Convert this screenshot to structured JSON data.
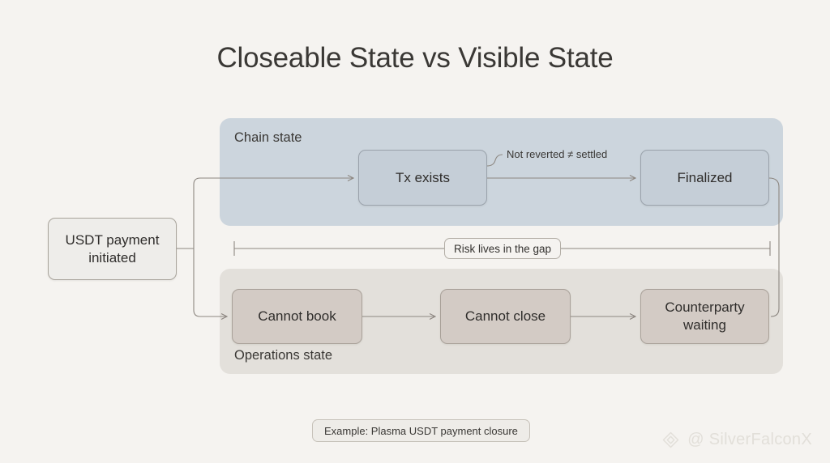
{
  "title": "Closeable State vs Visible State",
  "bands": {
    "chain": {
      "label": "Chain state",
      "color": "#ccd5dd"
    },
    "operations": {
      "label": "Operations state",
      "color": "#e3e0db"
    }
  },
  "nodes": {
    "source": {
      "label": "USDT payment\ninitiated",
      "line1": "USDT payment",
      "line2": "initiated",
      "color": "#eeedea"
    },
    "tx_exists": {
      "label": "Tx exists",
      "color": "#c5ced7"
    },
    "finalized": {
      "label": "Finalized",
      "color": "#c5ced7"
    },
    "cannot_book": {
      "label": "Cannot book",
      "color": "#d3cbc5"
    },
    "cannot_close": {
      "label": "Cannot close",
      "color": "#d3cbc5"
    },
    "counterparty": {
      "line1": "Counterparty",
      "line2": "waiting",
      "color": "#d3cbc5"
    }
  },
  "annotations": {
    "not_reverted": "Not reverted ≠ settled",
    "risk_gap": "Risk lives in the gap"
  },
  "footer": {
    "caption": "Example: Plasma USDT payment closure"
  },
  "watermark": {
    "handle": "@ SilverFalconX",
    "logo": "diamond-logo-icon"
  },
  "theme": {
    "background": "#f5f3f0",
    "text": "#33312e",
    "connector": "#8d8781"
  }
}
